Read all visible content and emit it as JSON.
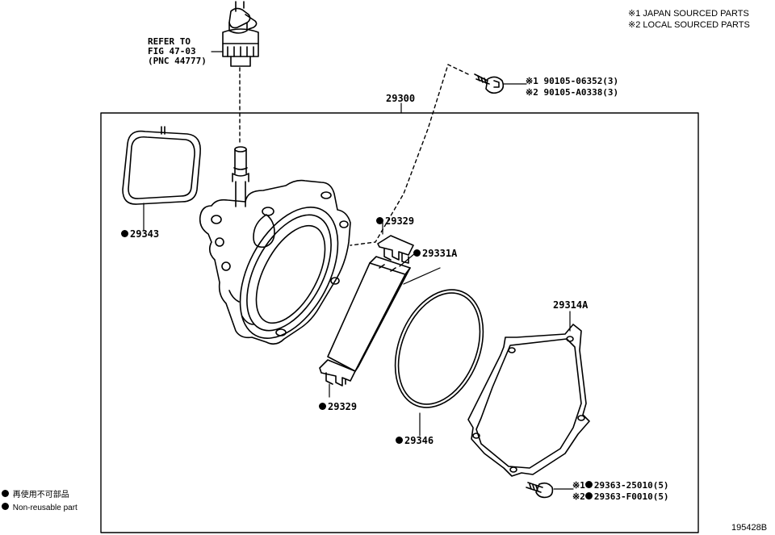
{
  "notes": {
    "japan": "※1 JAPAN SOURCED PARTS",
    "local": "※2 LOCAL SOURCED PARTS"
  },
  "refer": {
    "line1": "REFER TO",
    "line2": "FIG 47-03",
    "line3": "(PNC 44777)"
  },
  "callouts": {
    "bolt_top_1": "※1 90105-06352(3)",
    "bolt_top_2": "※2 90105-A0338(3)",
    "assembly": "29300",
    "gasket": "29343",
    "seal_top": "29329",
    "rotor": "29331A",
    "cover": "29314A",
    "seal_bottom": "29329",
    "oring": "29346",
    "bolt_bot_1": "29363-25010(5)",
    "bolt_bot_2": "29363-F0010(5)",
    "bolt_bot_1_prefix": "※1",
    "bolt_bot_2_prefix": "※2"
  },
  "legend": {
    "jp": "再使用不可部品",
    "en": "Non-reusable part"
  },
  "figure_id": "195428B"
}
